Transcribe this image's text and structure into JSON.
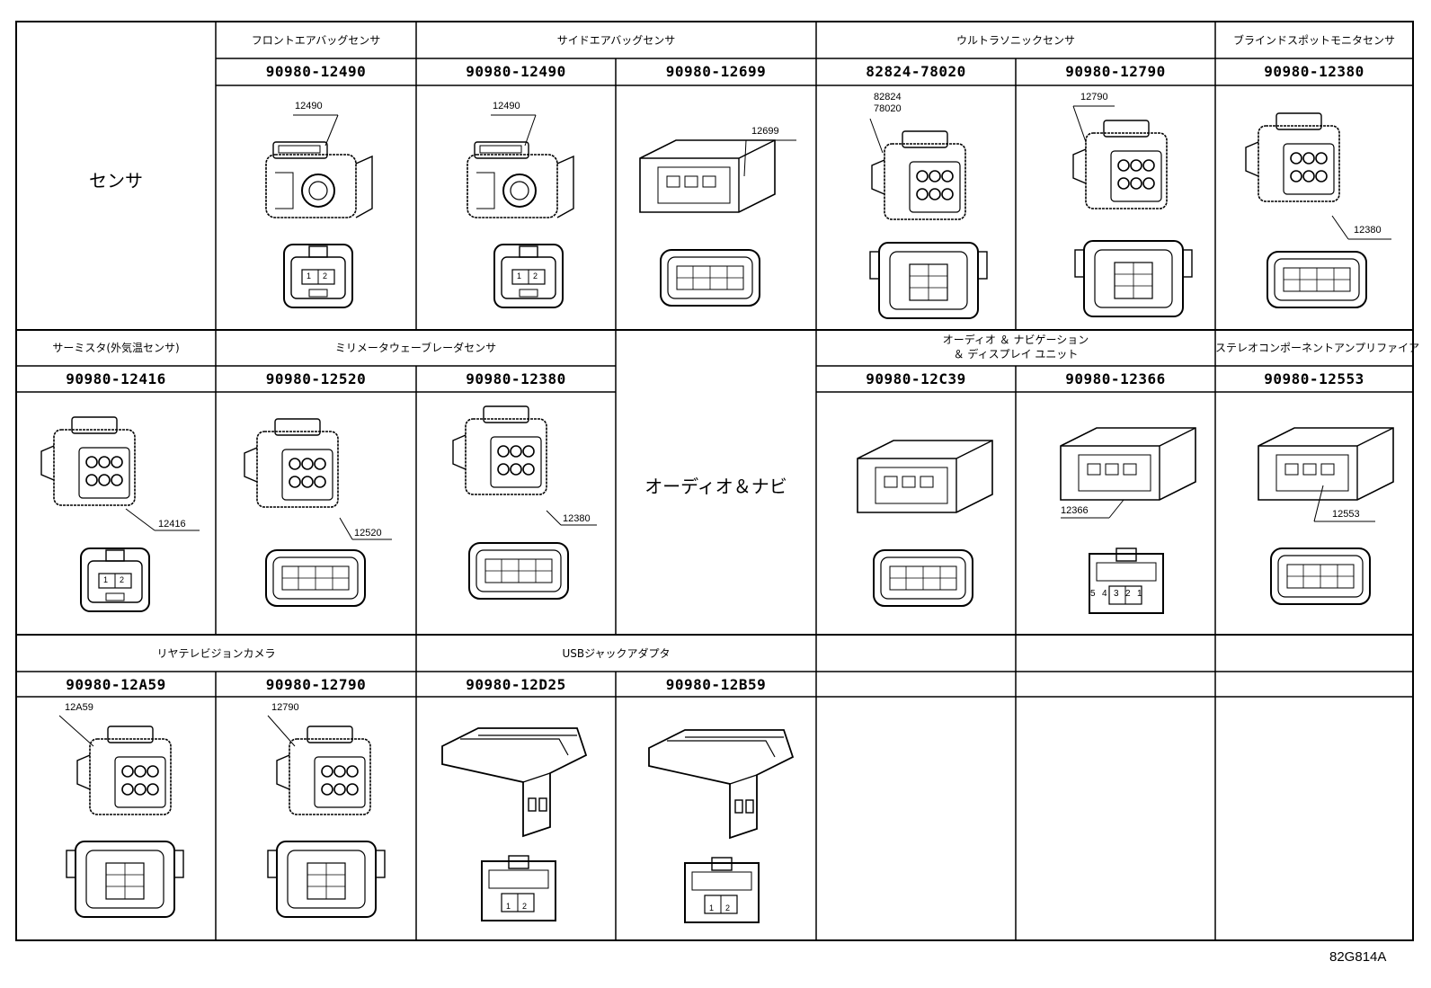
{
  "footer_ref": "82G814A",
  "row1": {
    "left_label": "センサ",
    "groups": [
      "フロントエアバッグセンサ",
      "サイドエアバッグセンサ",
      "ウルトラソニックセンサ",
      "ブラインドスポットモニタセンサ"
    ],
    "parts": [
      "90980-12490",
      "90980-12490",
      "90980-12699",
      "82824-78020",
      "90980-12790",
      "90980-12380"
    ],
    "callouts": [
      "12490",
      "12490",
      "12699",
      "82824\n78020",
      "12790",
      "12380"
    ]
  },
  "row2": {
    "groups": [
      "サーミスタ(外気温センサ)",
      "ミリメータウェーブレーダセンサ",
      "オーディオ ＆ ナビゲーション\n＆ ディスプレイ ユニット",
      "ステレオコンポーネントアンプリファイア"
    ],
    "parts": [
      "90980-12416",
      "90980-12520",
      "90980-12380",
      "90980-12C39",
      "90980-12366",
      "90980-12553"
    ],
    "callouts": [
      "12416",
      "12520",
      "12380",
      "12366",
      "12553"
    ],
    "center_label": "オーディオ＆ナビ"
  },
  "row3": {
    "groups": [
      "リヤテレビジョンカメラ",
      "USBジャックアダプタ"
    ],
    "parts": [
      "90980-12A59",
      "90980-12790",
      "90980-12D25",
      "90980-12B59"
    ],
    "callouts": [
      "12A59",
      "12790"
    ]
  },
  "pin_labels": {
    "p12": [
      "1",
      "2"
    ],
    "p54321": [
      "5",
      "4",
      "3",
      "2",
      "1"
    ]
  }
}
